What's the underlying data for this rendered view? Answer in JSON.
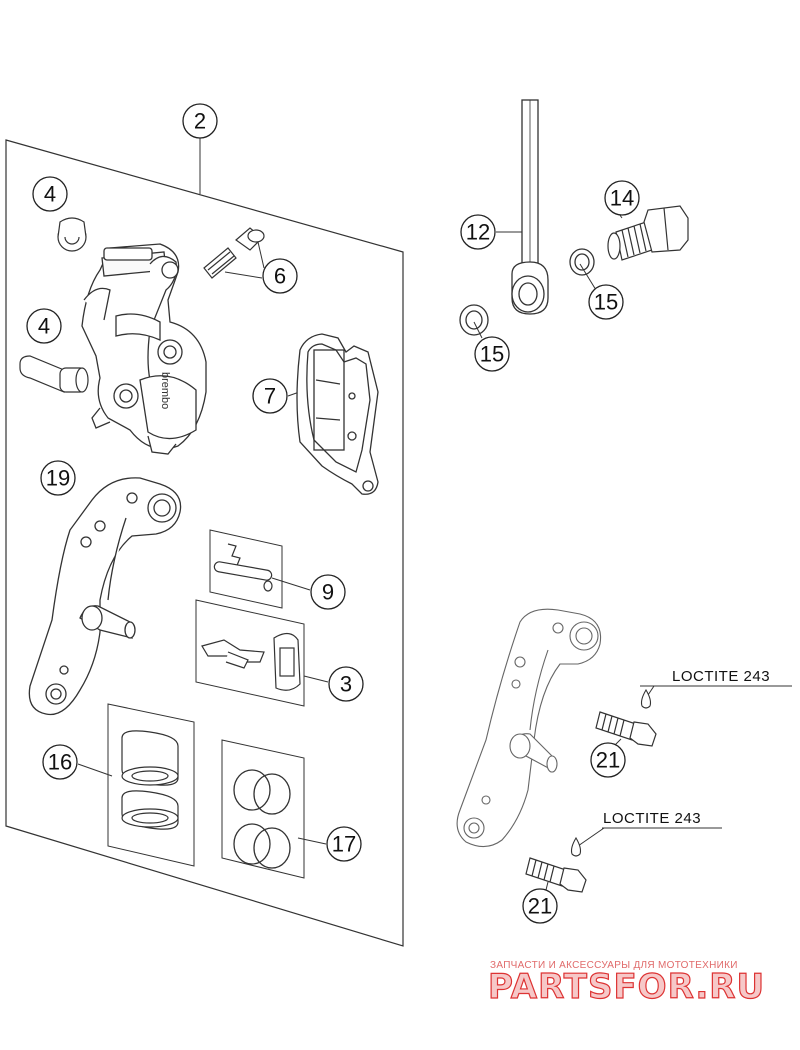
{
  "callouts": {
    "c2": "2",
    "c4a": "4",
    "c4b": "4",
    "c6": "6",
    "c7": "7",
    "c19": "19",
    "c9": "9",
    "c3": "3",
    "c16": "16",
    "c17": "17",
    "c12": "12",
    "c14": "14",
    "c15a": "15",
    "c15b": "15",
    "c21a": "21",
    "c21b": "21"
  },
  "notes": {
    "loctite_a": "LOCTITE 243",
    "loctite_b": "LOCTITE 243"
  },
  "brand_mark": "brembo",
  "watermark": {
    "tagline": "ЗАПЧАСТИ И АКСЕССУАРЫ ДЛЯ МОТОТЕХНИКИ",
    "logo": "PARTSFOR.RU"
  },
  "colors": {
    "line": "#333333",
    "watermark_red": "#d33333"
  }
}
